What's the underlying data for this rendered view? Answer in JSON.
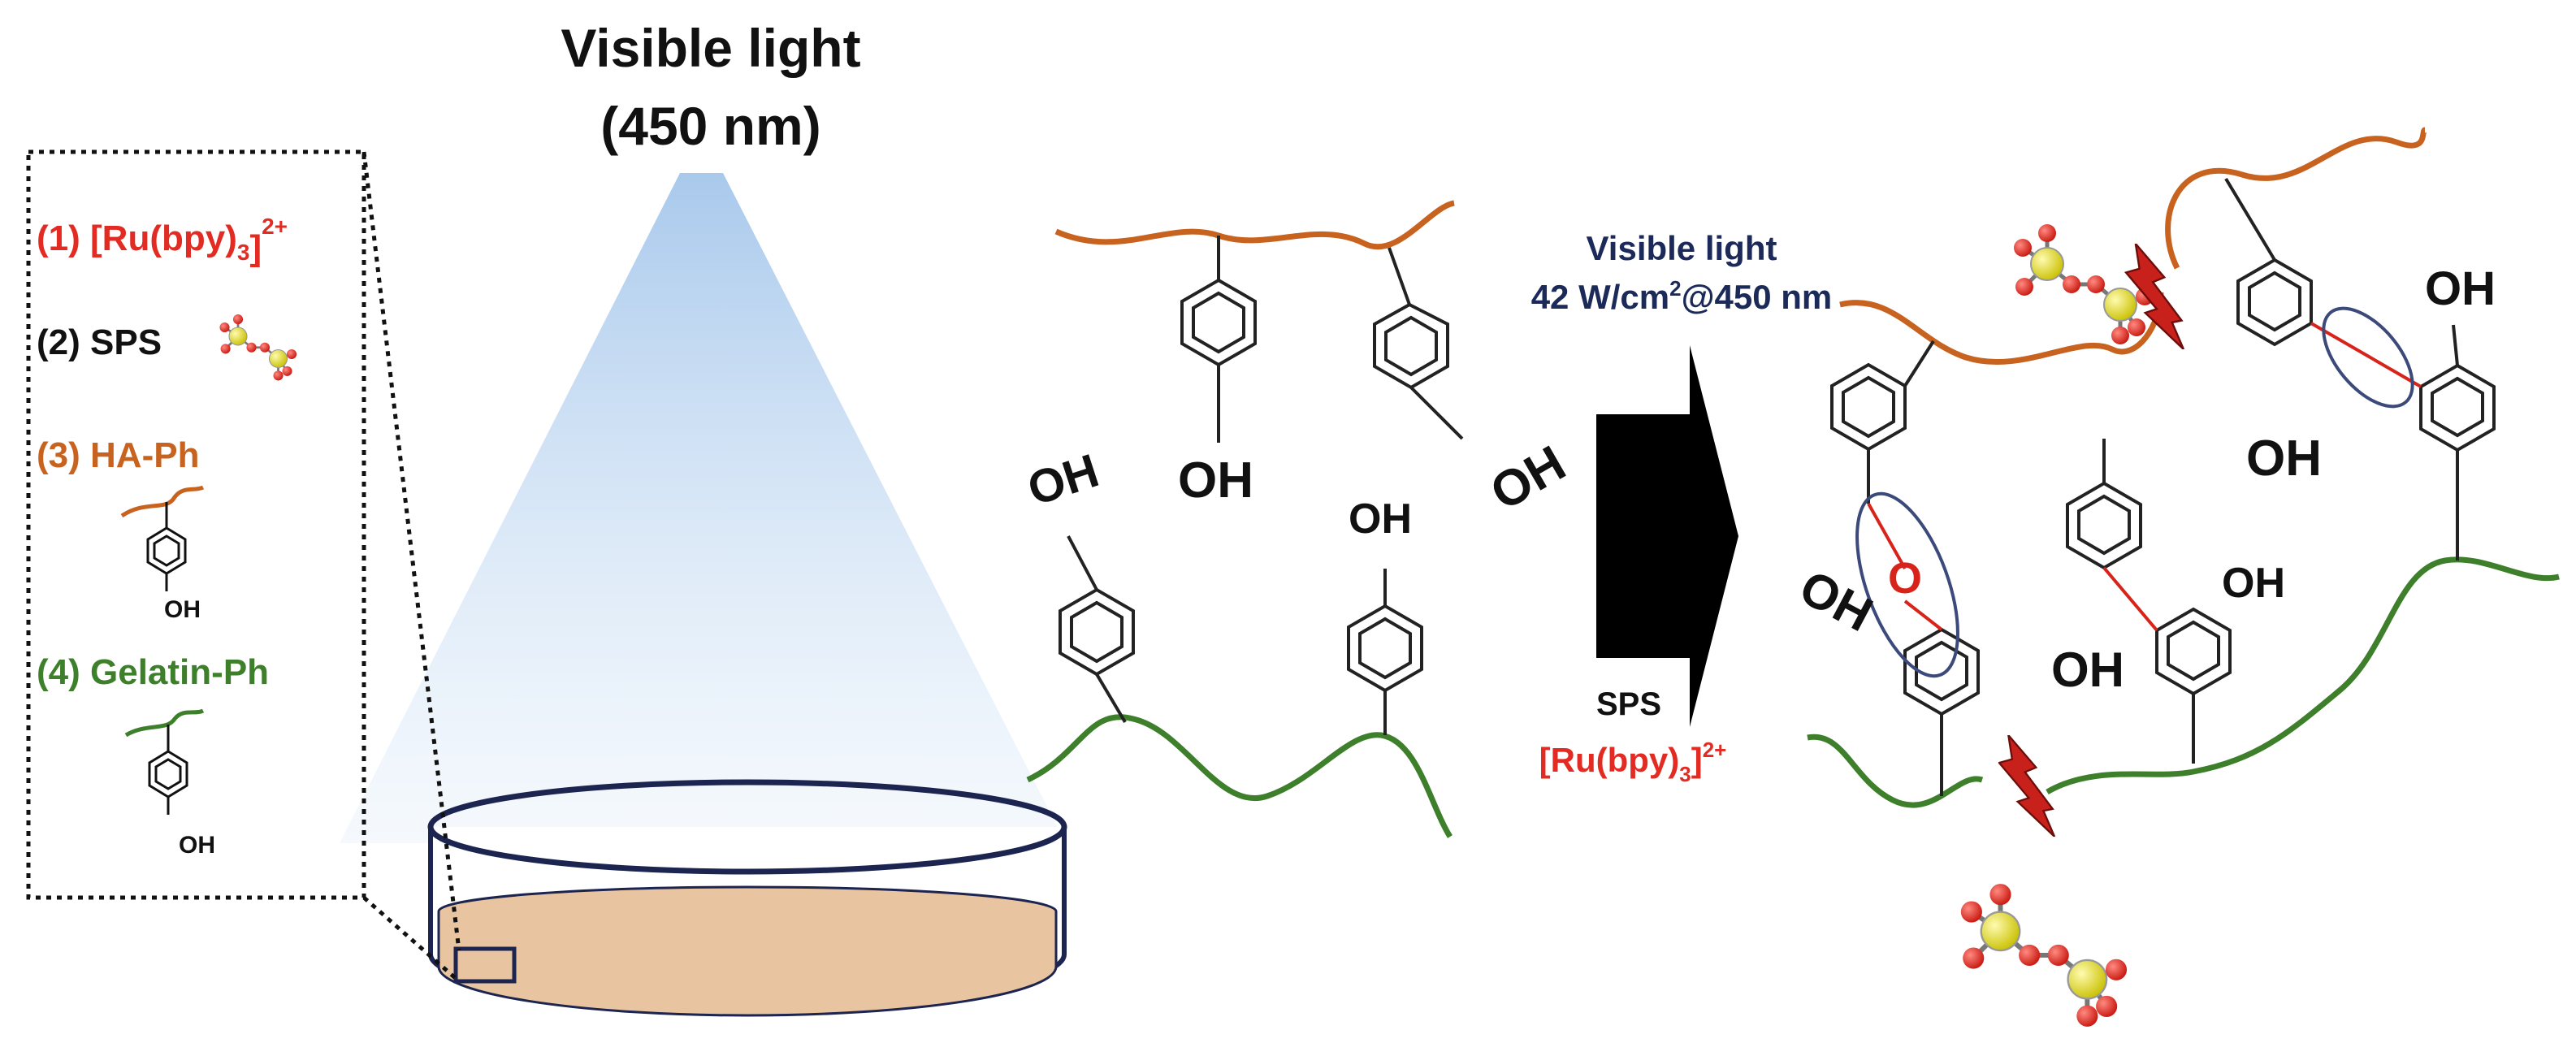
{
  "title": {
    "line1": "Visible light",
    "line2": "(450 nm)"
  },
  "legend": {
    "items": [
      {
        "num": "(1)",
        "name": "[Ru(bpy)",
        "sub": "3",
        "sup": "2+"
      },
      {
        "num": "(2)",
        "name": "SPS"
      },
      {
        "num": "(3)",
        "name": "HA-Ph"
      },
      {
        "num": "(4)",
        "name": "Gelatin-Ph"
      }
    ],
    "oh": "OH"
  },
  "arrow": {
    "top_line1": "Visible light",
    "top_line2_pre": "42 W/cm",
    "top_line2_sup": "2",
    "top_line2_post": "@450 nm",
    "bottom_line1": "SPS",
    "bottom_line2_pre": "[Ru(bpy)",
    "bottom_line2_sub": "3",
    "bottom_line2_sup": "2+"
  },
  "chem": {
    "oh": "OH",
    "o": "O"
  },
  "colors": {
    "ha_chain": "#c8621f",
    "gelatin_chain": "#3d7f2a",
    "ruthenium_red": "#e22b22",
    "arrow_text": "#1c2a5a",
    "dish_fill": "#e8c4a0",
    "dish_edge": "#1c2450",
    "light_cone": "#a9c9ec",
    "crosslink_red": "#d8231b",
    "sulfur_yellow": "#e8e02a",
    "oxygen_red": "#e22b22",
    "lightning": "#c8201b"
  }
}
